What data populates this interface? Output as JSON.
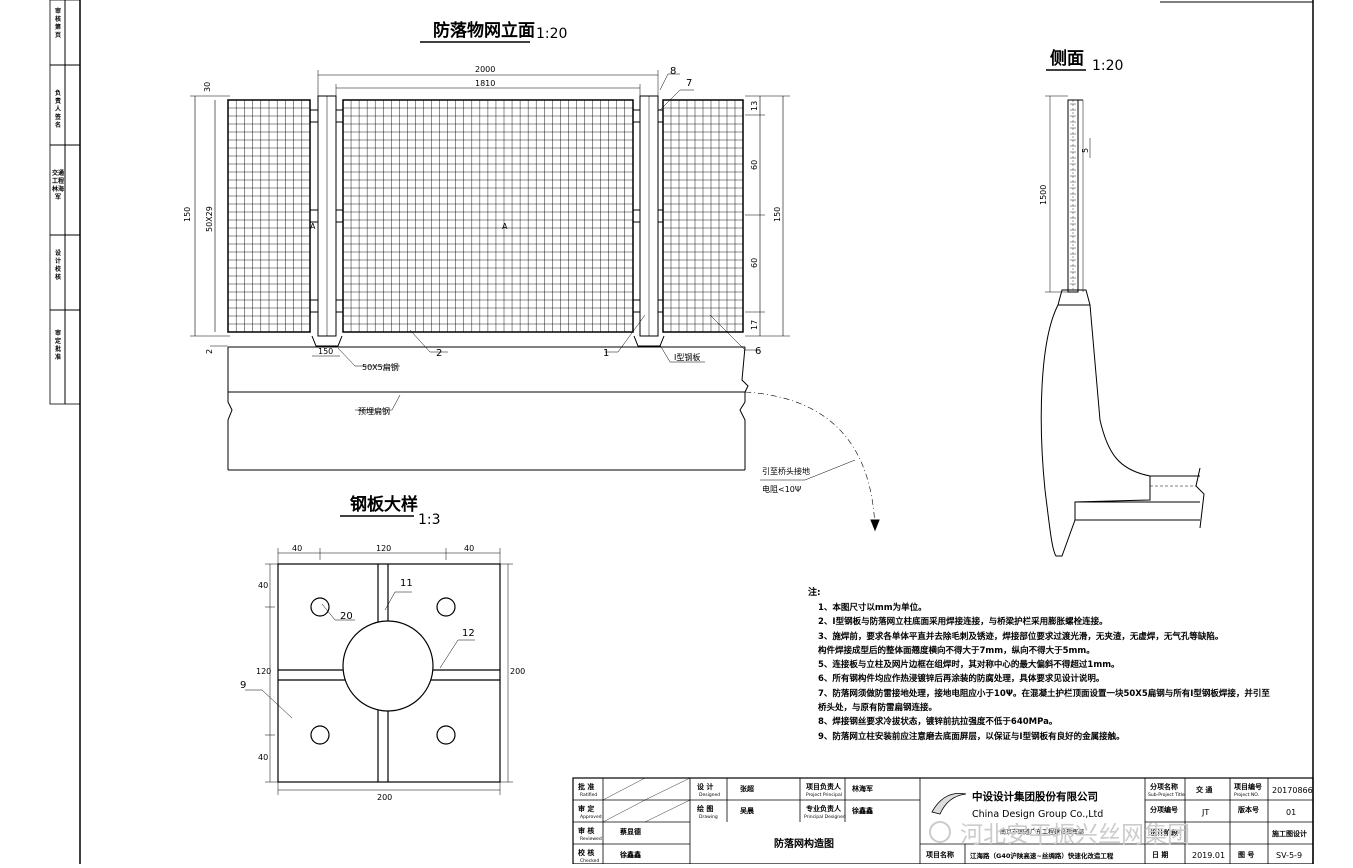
{
  "views": {
    "elevation": {
      "title": "防落物网立面",
      "scale": "1:20"
    },
    "side": {
      "title": "侧面",
      "scale": "1:20"
    },
    "plate": {
      "title": "钢板大样",
      "scale": "1:3"
    }
  },
  "elevation_dims": {
    "top_overall": "2000",
    "top_inner": "1810",
    "left_top": "30",
    "left_total": "150",
    "left_grid": "50X29",
    "right_a": "13",
    "right_b": "60",
    "right_total": "150",
    "right_c": "60",
    "right_d": "17",
    "bottom_plate": "150",
    "left_bottom": "2"
  },
  "elevation_labels": {
    "flat_steel": "50X5扁钢",
    "i_plate": "I型钢板",
    "embedded": "预埋扁钢",
    "ground_line1": "引至桥头接地",
    "ground_line2": "电阻<10Ψ",
    "section_a": "A",
    "section_a2": "A",
    "callouts": {
      "c1": "1",
      "c2": "2",
      "c6": "6",
      "c7": "7",
      "c8": "8"
    }
  },
  "side_dims": {
    "height": "1500",
    "small": "5"
  },
  "plate_dims": {
    "top_left": "40",
    "top_mid": "120",
    "top_right": "40",
    "left_top": "40",
    "left_mid": "120",
    "left_bottom": "40",
    "right": "200",
    "bottom": "200",
    "c9": "9",
    "c11": "11",
    "c12": "12",
    "c20": "20"
  },
  "notes": {
    "heading": "注:",
    "items": [
      "1、本图尺寸以mm为单位。",
      "2、I型钢板与防落网立柱底面采用焊接连接，与桥梁护栏采用膨胀螺栓连接。",
      "3、施焊前，要求各单体平直并去除毛刺及锈迹，焊接部位要求过渡光滑，无夹渣，无虚焊，无气孔等缺陷。",
      "   构件焊接成型后的整体面翘度横向不得大于7mm，纵向不得大于5mm。",
      "5、连接板与立柱及网片边框在组焊时，其对称中心的最大偏斜不得超过1mm。",
      "6、所有钢构件均应作热浸镀锌后再涂装的防腐处理，具体要求见设计说明。",
      "7、防落网须做防雷接地处理，接地电阻应小于10Ψ。在混凝土护栏顶面设置一块50X5扁钢与所有I型钢板焊接，并引至",
      "   桥头处，与原有防雷扁钢连接。",
      "8、焊接钢丝要求冷拔状态，镀锌前抗拉强度不低于640MPa。",
      "9、防落网立柱安装前应注意磨去底面屏层，以保证与I型钢板有良好的金属接触。"
    ]
  },
  "left_strip": {
    "cells": [
      "审 核 第 页",
      "负 责 人 签 名",
      "交通工程 林海军",
      "设 计 校 核",
      "审 定 批 准"
    ]
  },
  "title_block": {
    "approve": "批 准",
    "approve_en": "Ratified",
    "check": "审 定",
    "check_en": "Approved",
    "review": "审 核",
    "review_en": "Reviewed",
    "review_name": "蔡显德",
    "proofread": "校 核",
    "proofread_en": "Checked",
    "proofread_name": "徐鑫鑫",
    "design": "设 计",
    "design_en": "Designed",
    "design_name": "张超",
    "draw": "绘 图",
    "draw_en": "Drawing",
    "draw_name": "吴晨",
    "proj_lead": "项目负责人",
    "proj_lead_en": "Project Principal",
    "proj_lead_name": "林海军",
    "spec_lead": "专业负责人",
    "spec_lead_en": "Principal Designed",
    "spec_lead_name": "徐鑫鑫",
    "drawing_title": "防落网构造图",
    "company_cn": "中设设计集团股份有限公司",
    "company_en": "China Design Group Co.,Ltd",
    "project_row1": "南京市国道广东工程建设指挥部",
    "project_name_label": "项目名称",
    "project_name": "江海路（G40沪陕高速~丝绸路）快速化改造工程",
    "sub_name_label": "分项名称",
    "sub_name_en": "Sub-Project Title",
    "sub_name": "交 通",
    "sub_no_label": "分项编号",
    "sub_no": "JT",
    "proj_no_label": "项目编号",
    "proj_no_en": "Project NO.",
    "proj_no": "20170866",
    "ver_label": "版本号",
    "ver": "01",
    "stage_label": "设计阶段",
    "stage": "施工图设计",
    "date_label": "日 期",
    "date": "2019.01",
    "fig_label": "图 号",
    "fig": "SV-5-9",
    "watermark": "河北安平振兴丝网集团"
  }
}
